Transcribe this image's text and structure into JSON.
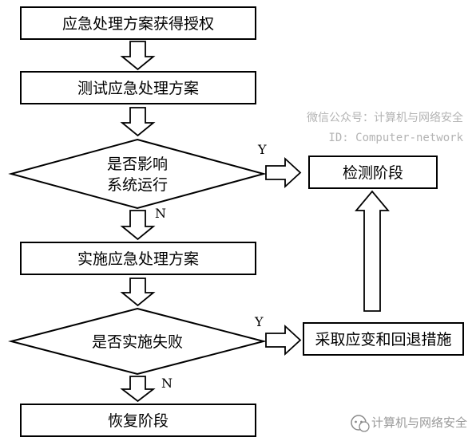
{
  "diagram": {
    "nodes": {
      "authorize": "应急处理方案获得授权",
      "test": "测试应急处理方案",
      "decision1_line1": "是否影响",
      "decision1_line2": "系统运行",
      "detect": "检测阶段",
      "implement": "实施应急处理方案",
      "decision2": "是否实施失败",
      "fallback": "采取应变和回退措施",
      "recover": "恢复阶段"
    },
    "edges": {
      "d1_yes": "Y",
      "d1_no": "N",
      "d2_yes": "Y",
      "d2_no": "N"
    }
  },
  "watermark": {
    "line1": "微信公众号：计算机与网络安全",
    "line2": "ID: Computer-network",
    "logo_text": "计算机与网络安全"
  },
  "colors": {
    "stroke": "#000000",
    "fill": "#ffffff",
    "watermark": "#b3b3b3"
  }
}
